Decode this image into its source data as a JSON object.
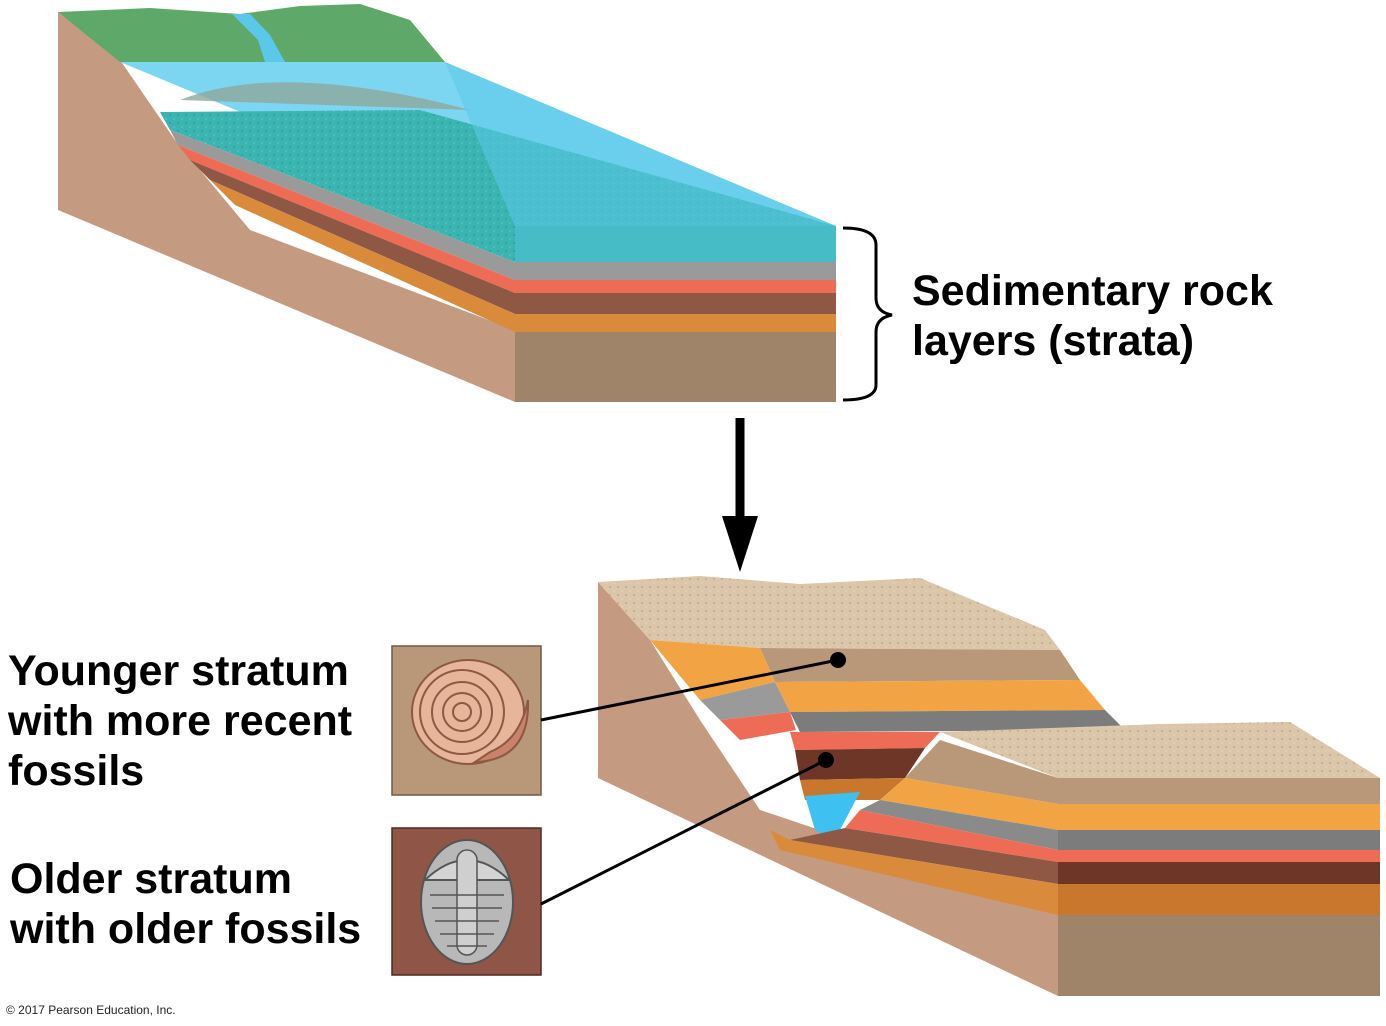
{
  "labels": {
    "sedimentary_line1": "Sedimentary rock",
    "sedimentary_line2": "layers (strata)",
    "younger_line1": "Younger stratum",
    "younger_line2": "with more recent",
    "younger_line3": "fossils",
    "older_line1": "Older stratum",
    "older_line2": "with older fossils",
    "copyright": "© 2017 Pearson Education, Inc."
  },
  "colors": {
    "land_green": "#5ea86a",
    "water": "#5bc8ea",
    "sea_sediment": "#3ab5b2",
    "gray_layer": "#9a9a9a",
    "red_layer": "#ee6c55",
    "brown_layer": "#8e5844",
    "orange_layer": "#d98a3a",
    "bedrock": "#a0846a",
    "side_rock": "#c49a80",
    "sand_top": "#dcc6aa",
    "fossil_bg_younger": "#b9987a",
    "fossil_bg_older": "#8f5546"
  }
}
